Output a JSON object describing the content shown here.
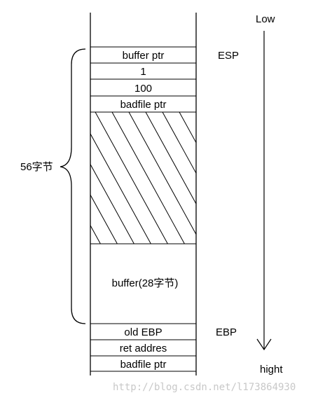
{
  "stack": {
    "top_cells": [
      "buffer ptr",
      "1",
      "100",
      "badfile ptr"
    ],
    "buffer_label": "buffer(28字节)",
    "bottom_cells": [
      "old EBP",
      "ret addres",
      "badfile ptr"
    ]
  },
  "registers": {
    "esp": "ESP",
    "ebp": "EBP"
  },
  "brace_label": "56字节",
  "arrow": {
    "top_label": "Low",
    "bottom_label": "hight"
  },
  "watermark": "http://blog.csdn.net/l173864930"
}
